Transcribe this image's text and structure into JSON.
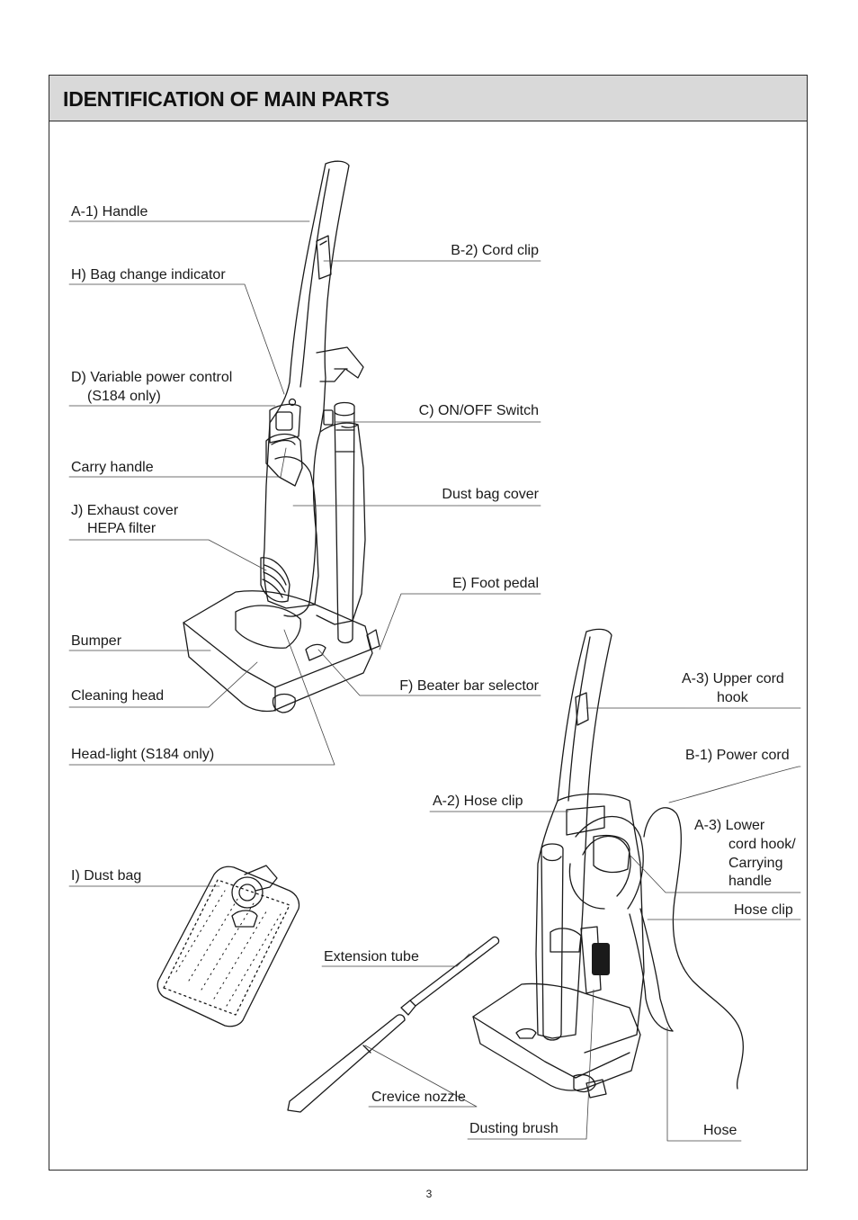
{
  "page": {
    "title": "IDENTIFICATION OF MAIN PARTS",
    "page_number": "3"
  },
  "labels": {
    "handle": "A-1) Handle",
    "bag_change_indicator": "H) Bag change indicator",
    "variable_power_line1": "D) Variable power control",
    "variable_power_line2": "(S184 only)",
    "carry_handle": "Carry handle",
    "exhaust_line1": "J) Exhaust cover",
    "exhaust_line2": "HEPA filter",
    "bumper": "Bumper",
    "cleaning_head": "Cleaning head",
    "head_light": "Head-light (S184 only)",
    "dust_bag": "I) Dust bag",
    "cord_clip": "B-2) Cord clip",
    "on_off_switch": "C) ON/OFF Switch",
    "dust_bag_cover": "Dust bag cover",
    "foot_pedal": "E) Foot pedal",
    "beater_bar_selector": "F) Beater bar selector",
    "upper_cord_line1": "A-3) Upper cord",
    "upper_cord_line2": "hook",
    "power_cord": "B-1) Power cord",
    "hose_clip_left": "A-2) Hose clip",
    "lower_cord_line1": "A-3) Lower",
    "lower_cord_line2": "cord hook/",
    "lower_cord_line3": "Carrying",
    "lower_cord_line4": "handle",
    "hose_clip_right": "Hose clip",
    "extension_tube": "Extension tube",
    "crevice_nozzle": "Crevice nozzle",
    "dusting_brush": "Dusting brush",
    "hose": "Hose"
  }
}
